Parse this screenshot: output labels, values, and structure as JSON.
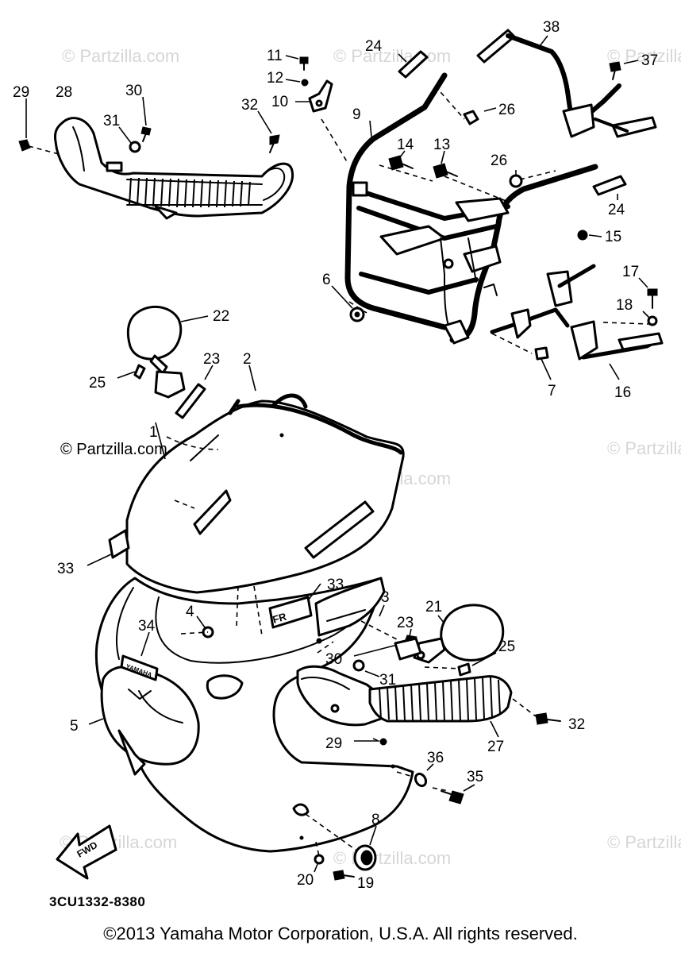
{
  "callouts": [
    "1",
    "2",
    "3",
    "4",
    "5",
    "6",
    "7",
    "8",
    "9",
    "10",
    "11",
    "12",
    "13",
    "14",
    "15",
    "16",
    "17",
    "18",
    "19",
    "20",
    "21",
    "22",
    "23",
    "24",
    "25",
    "26",
    "27",
    "28",
    "29",
    "30",
    "31",
    "32",
    "33",
    "34",
    "35",
    "36",
    "37",
    "38"
  ],
  "watermark": "© Partzilla.com",
  "direction_arrow": "FWD",
  "decal_text": "FR",
  "emblem_text": "YAMAHA",
  "diagram_code": "3CU1332-8380",
  "copyright": "©2013  Yamaha Motor Corporation, U.S.A. All rights reserved."
}
